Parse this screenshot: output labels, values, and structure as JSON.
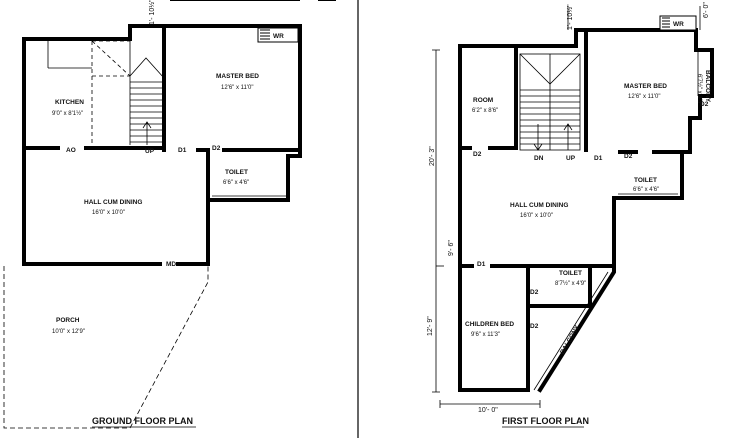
{
  "ground": {
    "title": "GROUND FLOOR PLAN",
    "dim_top": "1'- 10½\"",
    "rooms": {
      "kitchen": {
        "name": "KITCHEN",
        "size": "9'0\" x 8'1½\""
      },
      "master_bed": {
        "name": "MASTER BED",
        "size": "12'6\" x 11'0\""
      },
      "toilet": {
        "name": "TOILET",
        "size": "6'6\" x 4'6\""
      },
      "hall": {
        "name": "HALL CUM DINING",
        "size": "16'0\" x 10'0\""
      },
      "porch": {
        "name": "PORCH",
        "size": "10'0\" x 12'9\""
      }
    },
    "labels": {
      "wr": "WR",
      "up": "UP",
      "ao": "AO",
      "d1": "D1",
      "d2": "D2",
      "md": "MD"
    }
  },
  "first": {
    "title": "FIRST FLOOR PLAN",
    "dims": {
      "top1": "1'- 10½\"",
      "top2": "6'- 0\"",
      "left_total": "20'- 3\"",
      "left_upper": "9'- 6\"",
      "left_lower": "12'- 9\"",
      "bottom": "10'- 0\""
    },
    "rooms": {
      "room": {
        "name": "ROOM",
        "size": "6'2\" x 8'6\""
      },
      "master_bed": {
        "name": "MASTER BED",
        "size": "12'6\" x 11'0\""
      },
      "balcony_right": {
        "name": "BALCONY",
        "size": "6'7½\" x 3'3\""
      },
      "toilet_right": {
        "name": "TOILET",
        "size": "6'6\" x 4'6\""
      },
      "hall": {
        "name": "HALL CUM DINING",
        "size": "16'0\" x 10'0\""
      },
      "toilet_mid": {
        "name": "TOILET",
        "size": "8'7½\" x 4'9\""
      },
      "children_bed": {
        "name": "CHILDREN BED",
        "size": "9'6\" x 11'3\""
      },
      "balcony_diag": {
        "name": "BALCONY"
      }
    },
    "labels": {
      "wr": "WR",
      "dn": "DN",
      "up": "UP",
      "d1": "D1",
      "d2": "D2"
    }
  }
}
